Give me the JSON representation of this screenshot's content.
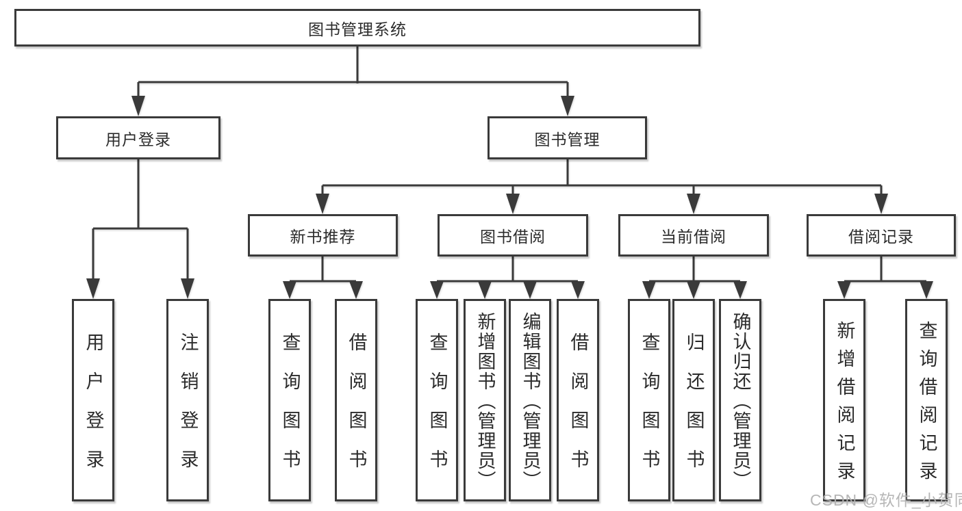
{
  "diagram": {
    "root": {
      "label": "图书管理系统",
      "children": [
        {
          "label": "用户登录",
          "children": [
            {
              "label": "用户登录"
            },
            {
              "label": "注销登录"
            }
          ]
        },
        {
          "label": "图书管理",
          "children": [
            {
              "label": "新书推荐",
              "children": [
                {
                  "label": "查询图书"
                },
                {
                  "label": "借阅图书"
                }
              ]
            },
            {
              "label": "图书借阅",
              "children": [
                {
                  "label": "查询图书"
                },
                {
                  "label": "新增图书（管理员）"
                },
                {
                  "label": "编辑图书（管理员）"
                },
                {
                  "label": "借阅图书"
                }
              ]
            },
            {
              "label": "当前借阅",
              "children": [
                {
                  "label": "查询图书"
                },
                {
                  "label": "归还图书"
                },
                {
                  "label": "确认归还（管理员）"
                }
              ]
            },
            {
              "label": "借阅记录",
              "children": [
                {
                  "label": "新增借阅记录"
                },
                {
                  "label": "查询借阅记录"
                }
              ]
            }
          ]
        }
      ]
    }
  },
  "watermark": {
    "text": "CSDN @软件_小贺同学"
  },
  "colors": {
    "line": "#3a3a3a",
    "box_border": "#3a3a3a",
    "text": "#2b2b2b",
    "watermark": "#b3b3b3",
    "background": "#ffffff"
  }
}
